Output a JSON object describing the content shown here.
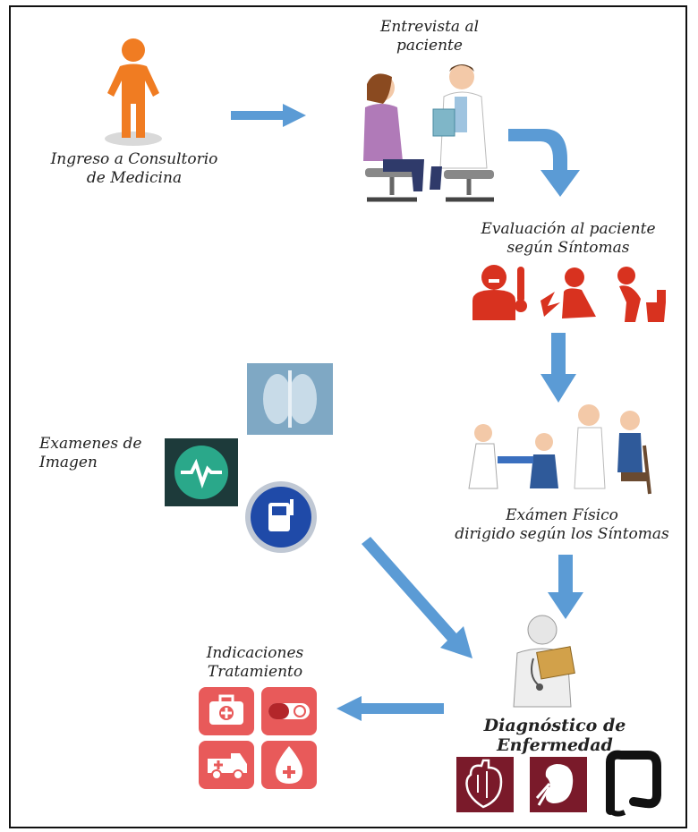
{
  "steps": {
    "ingreso": {
      "line1": "Ingreso a Consultorio",
      "line2": "de Medicina"
    },
    "entrevista": {
      "line1": "Entrevista al",
      "line2": "paciente"
    },
    "evaluacion": {
      "line1": "Evaluación al paciente",
      "line2": "según Síntomas"
    },
    "examen_fisico": {
      "line1": "Exámen Físico",
      "line2": "dirigido según los Síntomas"
    },
    "examenes_imagen": {
      "line1": "Examenes de",
      "line2": "Imagen"
    },
    "diagnostico": {
      "line1": "Diagnóstico de",
      "line2": "Enfermedad"
    },
    "indicaciones": {
      "line1": "Indicaciones",
      "line2": "Tratamiento"
    }
  },
  "icons": {
    "patient": "standing-person-icon",
    "interview": "doctor-patient-interview-icon",
    "symptoms": [
      "fever-icon",
      "cough-icon",
      "vomiting-icon"
    ],
    "exam": "physical-exam-icon",
    "imaging": [
      "xray-icon",
      "heartbeat-app-icon",
      "ultrasound-icon"
    ],
    "diagnosis": "doctor-clipboard-icon",
    "organs": [
      "heart-icon",
      "kidney-icon",
      "colon-icon"
    ],
    "treatment": [
      "first-aid-kit-icon",
      "pill-icon",
      "ambulance-icon",
      "blood-drop-icon"
    ]
  },
  "colors": {
    "arrow": "#5b9bd5",
    "person": "#f07c22",
    "symptom": "#d8321f",
    "treatment": "#e85a5a",
    "organ": "#7a1a2a"
  }
}
